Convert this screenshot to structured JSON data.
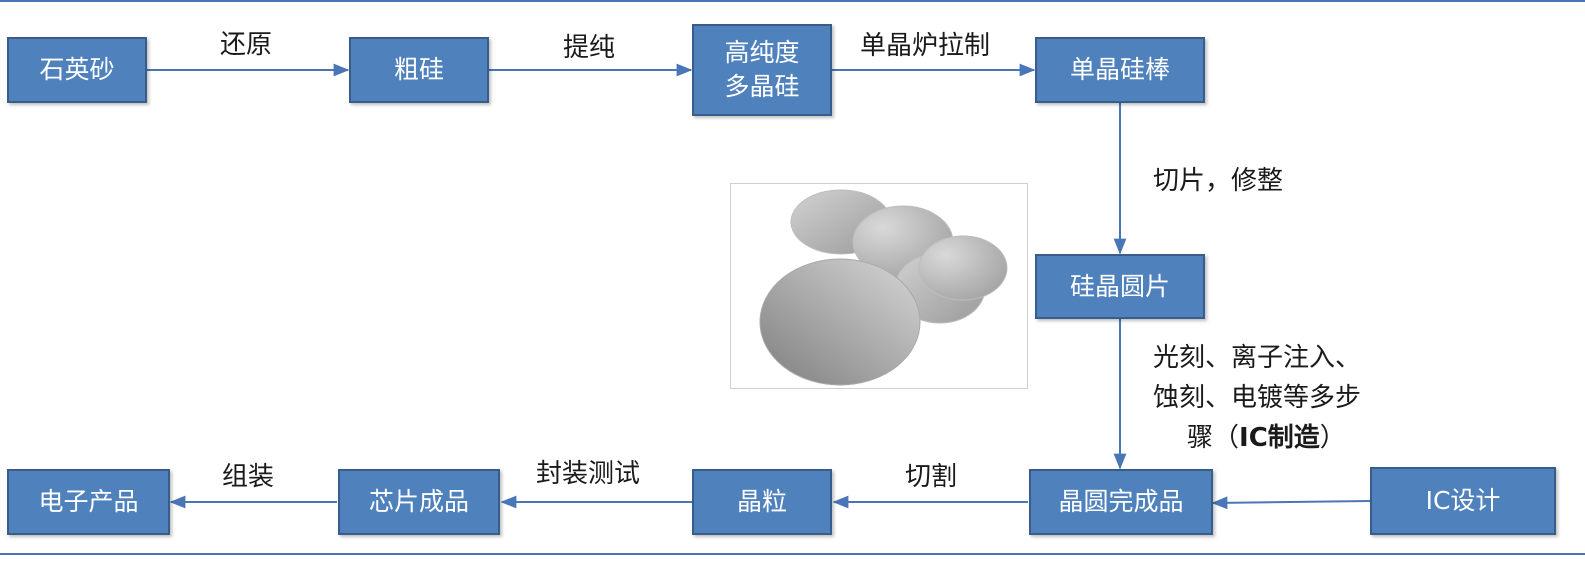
{
  "nodes": {
    "quartz_sand": "石英砂",
    "crude_silicon": "粗硅",
    "high_purity_line1": "高纯度",
    "high_purity_line2": "多晶硅",
    "mono_ingot": "单晶硅棒",
    "silicon_wafer": "硅晶圆片",
    "finished_wafer": "晶圆完成品",
    "ic_design": "IC设计",
    "die": "晶粒",
    "finished_chip": "芯片成品",
    "electronic_product": "电子产品"
  },
  "edges": {
    "reduction": "还原",
    "purification": "提纯",
    "crystal_pulling": "单晶炉拉制",
    "slicing": "切片，修整",
    "process_line1": "光刻、离子注入、",
    "process_line2": "蚀刻、电镀等多步",
    "process_line3_prefix": "骤（",
    "process_line3_bold": "IC制造",
    "process_line3_suffix": "）",
    "dicing": "切割",
    "packaging_test": "封装测试",
    "assembly": "组装"
  },
  "colors": {
    "box_fill": "#4f81bd",
    "box_border": "#385d8a",
    "arrow": "#4a76b8",
    "rule": "#4a76b8"
  }
}
